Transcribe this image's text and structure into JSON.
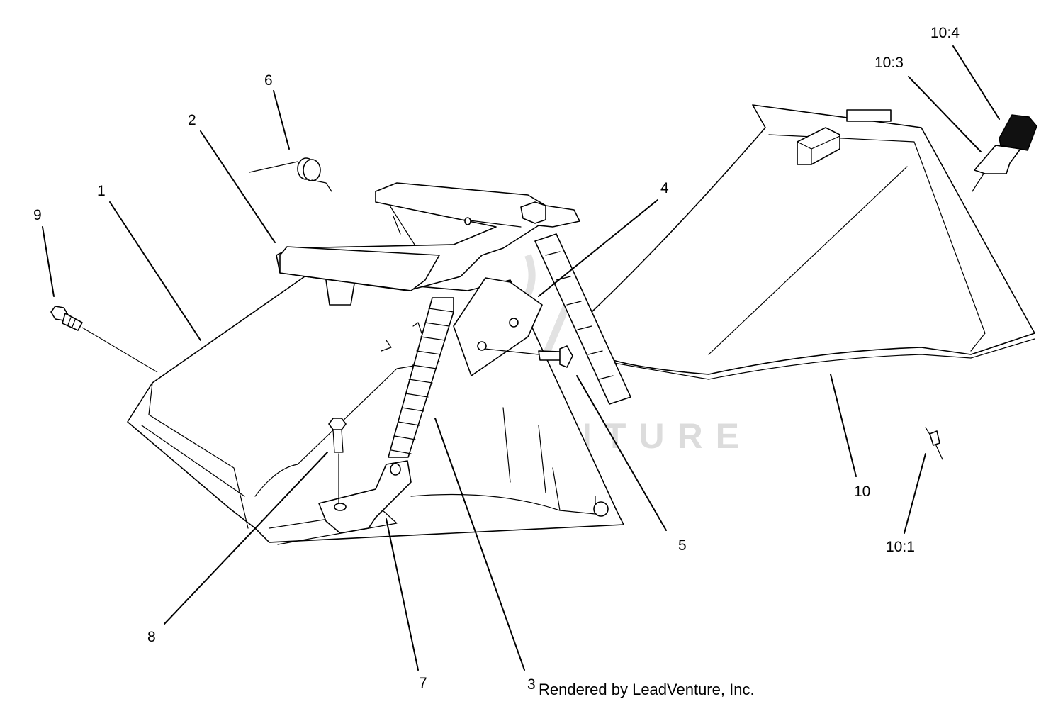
{
  "watermark": {
    "text": "LEADVENTURE"
  },
  "credit": {
    "text": "Rendered by LeadVenture, Inc."
  },
  "callouts": {
    "c1": "1",
    "c2": "2",
    "c3": "3",
    "c4": "4",
    "c5": "5",
    "c6": "6",
    "c7": "7",
    "c8": "8",
    "c9": "9",
    "c10": "10",
    "c10_1": "10:1",
    "c10_3": "10:3",
    "c10_4": "10:4"
  }
}
